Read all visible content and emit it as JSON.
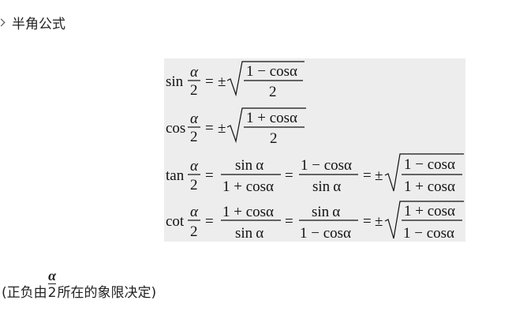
{
  "heading": {
    "title": "半角公式"
  },
  "formulas": {
    "alpha": "α",
    "two": "2",
    "eq": "=",
    "pm": "±",
    "sin": "sin",
    "cos": "cos",
    "tan": "tan",
    "cot": "cot",
    "one_minus_cos": "1 − cos",
    "one_plus_cos": "1 + cos",
    "sin_alpha_word": "sin",
    "cos_alpha_word": "cos"
  },
  "note": {
    "prefix": "(正负由",
    "frac_num": "α",
    "frac_den": "2",
    "suffix": "所在的象限决定)"
  }
}
